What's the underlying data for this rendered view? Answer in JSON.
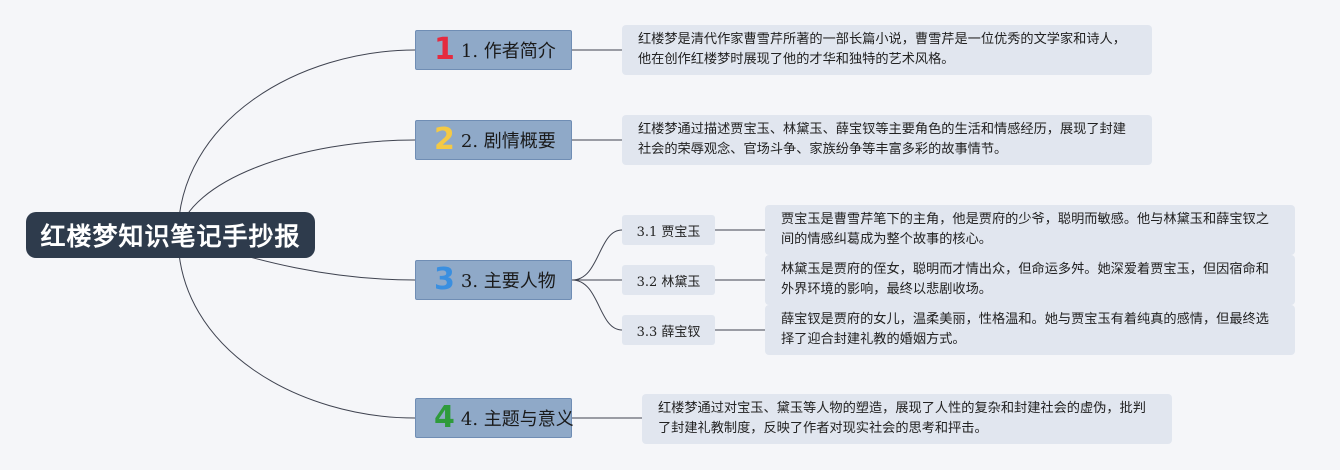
{
  "root": {
    "title": "红楼梦知识笔记手抄报"
  },
  "colors": {
    "link": "#3f4350",
    "num1": "#e52a3f",
    "num2": "#f4c945",
    "num3": "#3a8fe0",
    "num4": "#2f9b3b"
  },
  "topics": [
    {
      "num": "1",
      "label": "1. 作者简介",
      "desc": "红楼梦是清代作家曹雪芹所著的一部长篇小说，曹雪芹是一位优秀的文学家和诗人，他在创作红楼梦时展现了他的才华和独特的艺术风格。"
    },
    {
      "num": "2",
      "label": "2. 剧情概要",
      "desc": "红楼梦通过描述贾宝玉、林黛玉、薛宝钗等主要角色的生活和情感经历，展现了封建社会的荣辱观念、官场斗争、家族纷争等丰富多彩的故事情节。"
    },
    {
      "num": "3",
      "label": "3. 主要人物",
      "children": [
        {
          "label": "3.1 贾宝玉",
          "desc": "贾宝玉是曹雪芹笔下的主角，他是贾府的少爷，聪明而敏感。他与林黛玉和薛宝钗之间的情感纠葛成为整个故事的核心。"
        },
        {
          "label": "3.2 林黛玉",
          "desc": "林黛玉是贾府的侄女，聪明而才情出众，但命运多舛。她深爱着贾宝玉，但因宿命和外界环境的影响，最终以悲剧收场。"
        },
        {
          "label": "3.3 薛宝钗",
          "desc": "薛宝钗是贾府的女儿，温柔美丽，性格温和。她与贾宝玉有着纯真的感情，但最终选择了迎合封建礼教的婚姻方式。"
        }
      ]
    },
    {
      "num": "4",
      "label": "4. 主题与意义",
      "desc": "红楼梦通过对宝玉、黛玉等人物的塑造，展现了人性的复杂和封建社会的虚伪，批判了封建礼教制度，反映了作者对现实社会的思考和抨击。"
    }
  ]
}
